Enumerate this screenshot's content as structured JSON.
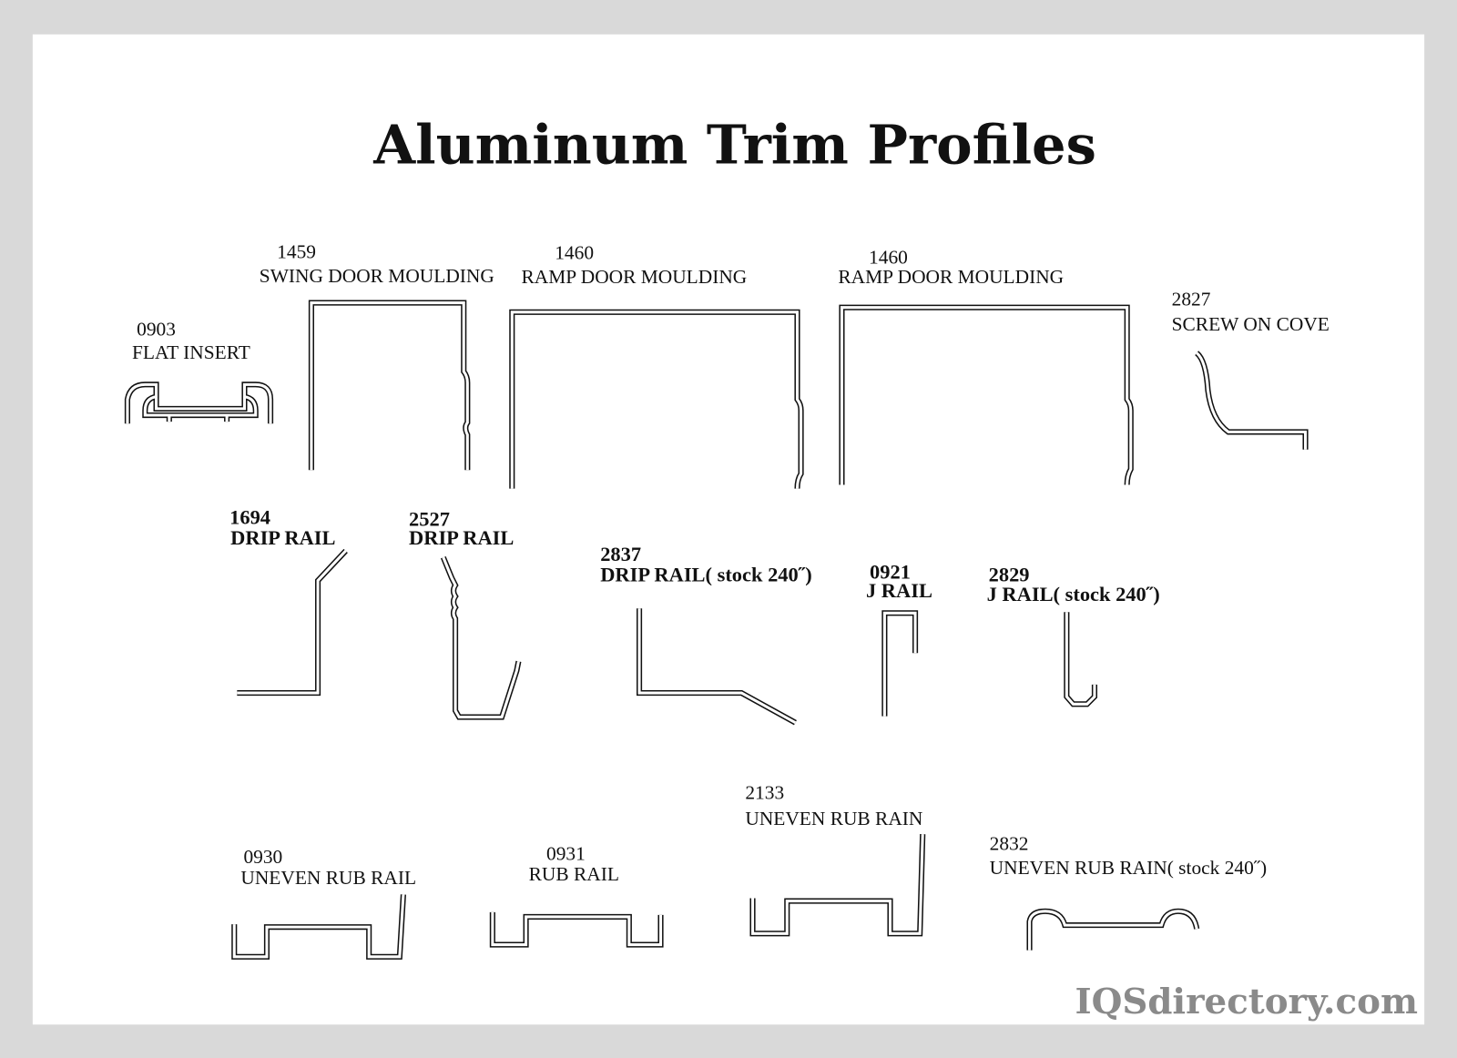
{
  "title": "Aluminum Trim Profiles",
  "profiles": [
    {
      "code": "0903",
      "name": "FLAT INSERT"
    },
    {
      "code": "1459",
      "name": "SWING DOOR  MOULDING"
    },
    {
      "code": "1460",
      "name": "RAMP  DOOR  MOULDING"
    },
    {
      "code": "1460",
      "name": "RAMP  DOOR  MOULDING"
    },
    {
      "code": "2827",
      "name": "SCREW ON COVE"
    },
    {
      "code": "1694",
      "name": "DRIP  RAIL"
    },
    {
      "code": "2527",
      "name": "DRIP  RAIL"
    },
    {
      "code": "2837",
      "name": "DRIP  RAIL( stock  240˝)"
    },
    {
      "code": "0921",
      "name": "J  RAIL"
    },
    {
      "code": "2829",
      "name": "J  RAIL( stock  240˝)"
    },
    {
      "code": "0930",
      "name": "UNEVEN  RUB RAIL"
    },
    {
      "code": "0931",
      "name": "RUB RAIL"
    },
    {
      "code": "2133",
      "name": "UNEVEN  RUB  RAIN"
    },
    {
      "code": "2832",
      "name": "UNEVEN  RUB  RAIN( stock  240˝)"
    }
  ],
  "brand": "IQSdirectory.com",
  "colors": {
    "frame": "#d9d9d9",
    "background": "#ffffff",
    "ink": "#111111",
    "brand": "#8a8a8a"
  }
}
